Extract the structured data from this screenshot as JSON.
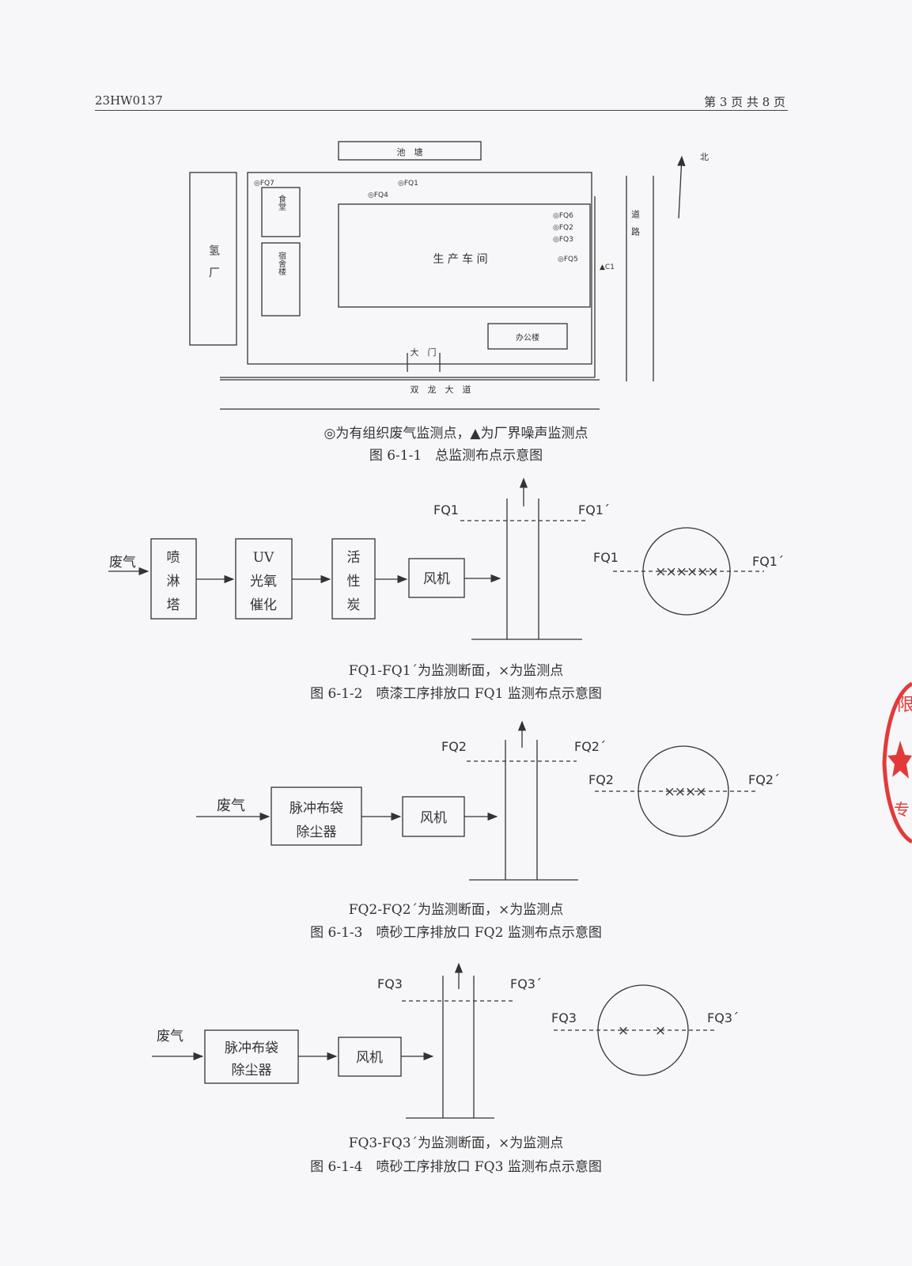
{
  "header": {
    "doc_id": "23HW0137",
    "page_info": "第 3 页 共 8 页"
  },
  "site_plan": {
    "north": "北",
    "pool": "池　塘",
    "left_plant": "氢　厂",
    "canteen": "食堂",
    "dorm": "宿舍楼",
    "workshop": "生 产 车 间",
    "office": "办公楼",
    "gate": "大　门",
    "road_right": "道　路",
    "avenue": "双　龙　大　道",
    "points": {
      "fq7": "◎FQ7",
      "fq1": "◎FQ1",
      "fq4": "◎FQ4",
      "fq6": "◎FQ6",
      "fq2": "◎FQ2",
      "fq3": "◎FQ3",
      "fq5": "◎FQ5",
      "c1": "▲C1"
    },
    "legend": "◎为有组织废气监测点，▲为厂界噪声监测点",
    "caption": "图 6-1-1　总监测布点示意图"
  },
  "fig2": {
    "input": "废气",
    "box1": [
      "喷",
      "淋",
      "塔"
    ],
    "box2": [
      "UV",
      "光氧",
      "催化"
    ],
    "box3": [
      "活",
      "性",
      "炭"
    ],
    "fan": "风机",
    "sec_left": "FQ1",
    "sec_right": "FQ1´",
    "circ_left": "FQ1",
    "circ_right": "FQ1´",
    "marks": "××××××",
    "note": "FQ1-FQ1´为监测断面，×为监测点",
    "caption": "图 6-1-2　喷漆工序排放口 FQ1 监测布点示意图"
  },
  "fig3": {
    "input": "废气",
    "box1": [
      "脉冲布袋",
      "除尘器"
    ],
    "fan": "风机",
    "sec_left": "FQ2",
    "sec_right": "FQ2´",
    "circ_left": "FQ2",
    "circ_right": "FQ2´",
    "marks": "××××",
    "note": "FQ2-FQ2´为监测断面，×为监测点",
    "caption": "图 6-1-3　喷砂工序排放口 FQ2 监测布点示意图"
  },
  "fig4": {
    "input": "废气",
    "box1": [
      "脉冲布袋",
      "除尘器"
    ],
    "fan": "风机",
    "sec_left": "FQ3",
    "sec_right": "FQ3´",
    "circ_left": "FQ3",
    "circ_right": "FQ3´",
    "mark1": "×",
    "mark2": "×",
    "note": "FQ3-FQ3´为监测断面，×为监测点",
    "caption": "图 6-1-4　喷砂工序排放口 FQ3 监测布点示意图"
  },
  "stamp": {
    "line1": "限",
    "line2": "专"
  }
}
